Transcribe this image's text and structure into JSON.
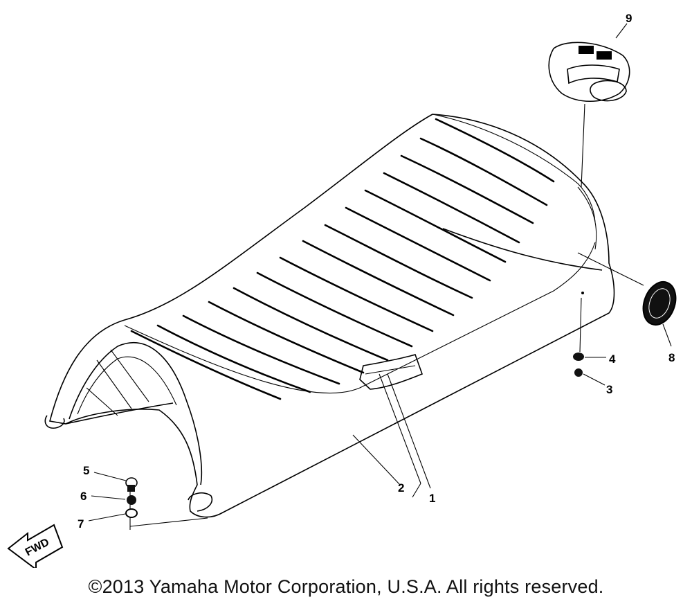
{
  "callouts": [
    {
      "id": "1",
      "text": "1"
    },
    {
      "id": "2",
      "text": "2"
    },
    {
      "id": "3",
      "text": "3"
    },
    {
      "id": "4",
      "text": "4"
    },
    {
      "id": "5",
      "text": "5"
    },
    {
      "id": "6",
      "text": "6"
    },
    {
      "id": "7",
      "text": "7"
    },
    {
      "id": "8",
      "text": "8"
    },
    {
      "id": "9",
      "text": "9"
    }
  ],
  "fwd_marker": {
    "text": "FWD"
  },
  "footer": {
    "copyright": "©2013 Yamaha Motor Corporation, U.S.A. All rights reserved."
  }
}
